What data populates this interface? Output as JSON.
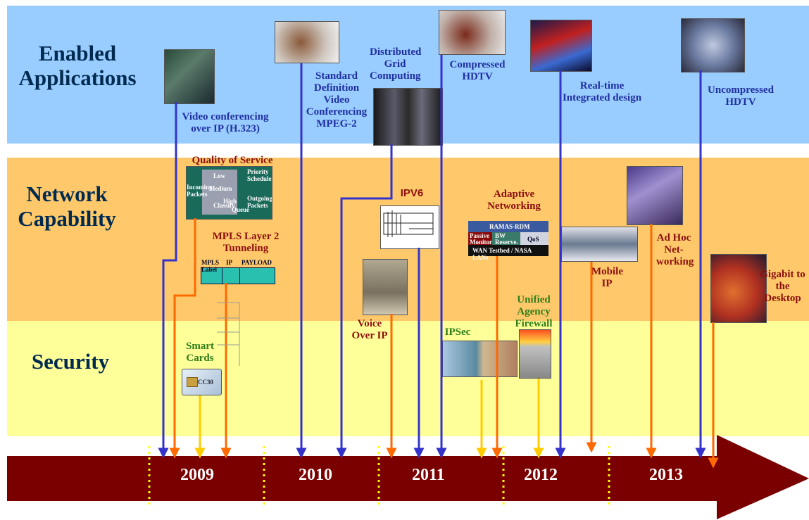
{
  "rows": {
    "applications": "Enabled Applications",
    "network": "Network Capability",
    "security": "Security"
  },
  "items": {
    "video_conf": "Video conferencing over IP (H.323)",
    "std_def": "Standard Definition Video Conferencing MPEG-2",
    "grid": "Distributed Grid Computing",
    "hdtv_comp": "Compressed HDTV",
    "realtime": "Real-time Integrated design",
    "hdtv_uncomp": "Uncompressed HDTV",
    "qos": "Quality of Service",
    "mpls": "MPLS Layer 2 Tunneling",
    "ipv6": "IPV6",
    "adaptive": "Adaptive Networking",
    "voip": "Voice Over IP",
    "mobile_ip": "Mobile IP",
    "adhoc": "Ad Hoc Net-working",
    "gigabit": "Gigabit to the Desktop",
    "ipsec": "IPSec",
    "firewall": "Unified Agency Firewall",
    "smartcards": "Smart Cards"
  },
  "qos_diagram": {
    "low": "Low",
    "medium": "Medium",
    "high": "High",
    "priority": "Priority Scheduler",
    "incoming": "Incoming Packets",
    "outgoing": "Outgoing Packets",
    "classify": "Classify",
    "queue": "Queue"
  },
  "mpls_diagram": {
    "label": "MPLS Label",
    "ip": "IP",
    "payload": "PAYLOAD"
  },
  "ramas": {
    "title": "RAMAS-RDM",
    "passive": "Passive Monitor",
    "bw": "BW Reserve.",
    "qos": "QoS",
    "wan": "WAN Testbed / NASA LANs"
  },
  "smartcard_chip": "CC30",
  "years": [
    "2009",
    "2010",
    "2011",
    "2012",
    "2013"
  ],
  "colors": {
    "applications": "#99ccff",
    "network": "#ffc96b",
    "security": "#ffff99",
    "timeline": "#7a0000",
    "blue_arrow": "#3333cc",
    "orange_arrow": "#ff6a00",
    "yellow_arrow": "#ffcc00"
  }
}
